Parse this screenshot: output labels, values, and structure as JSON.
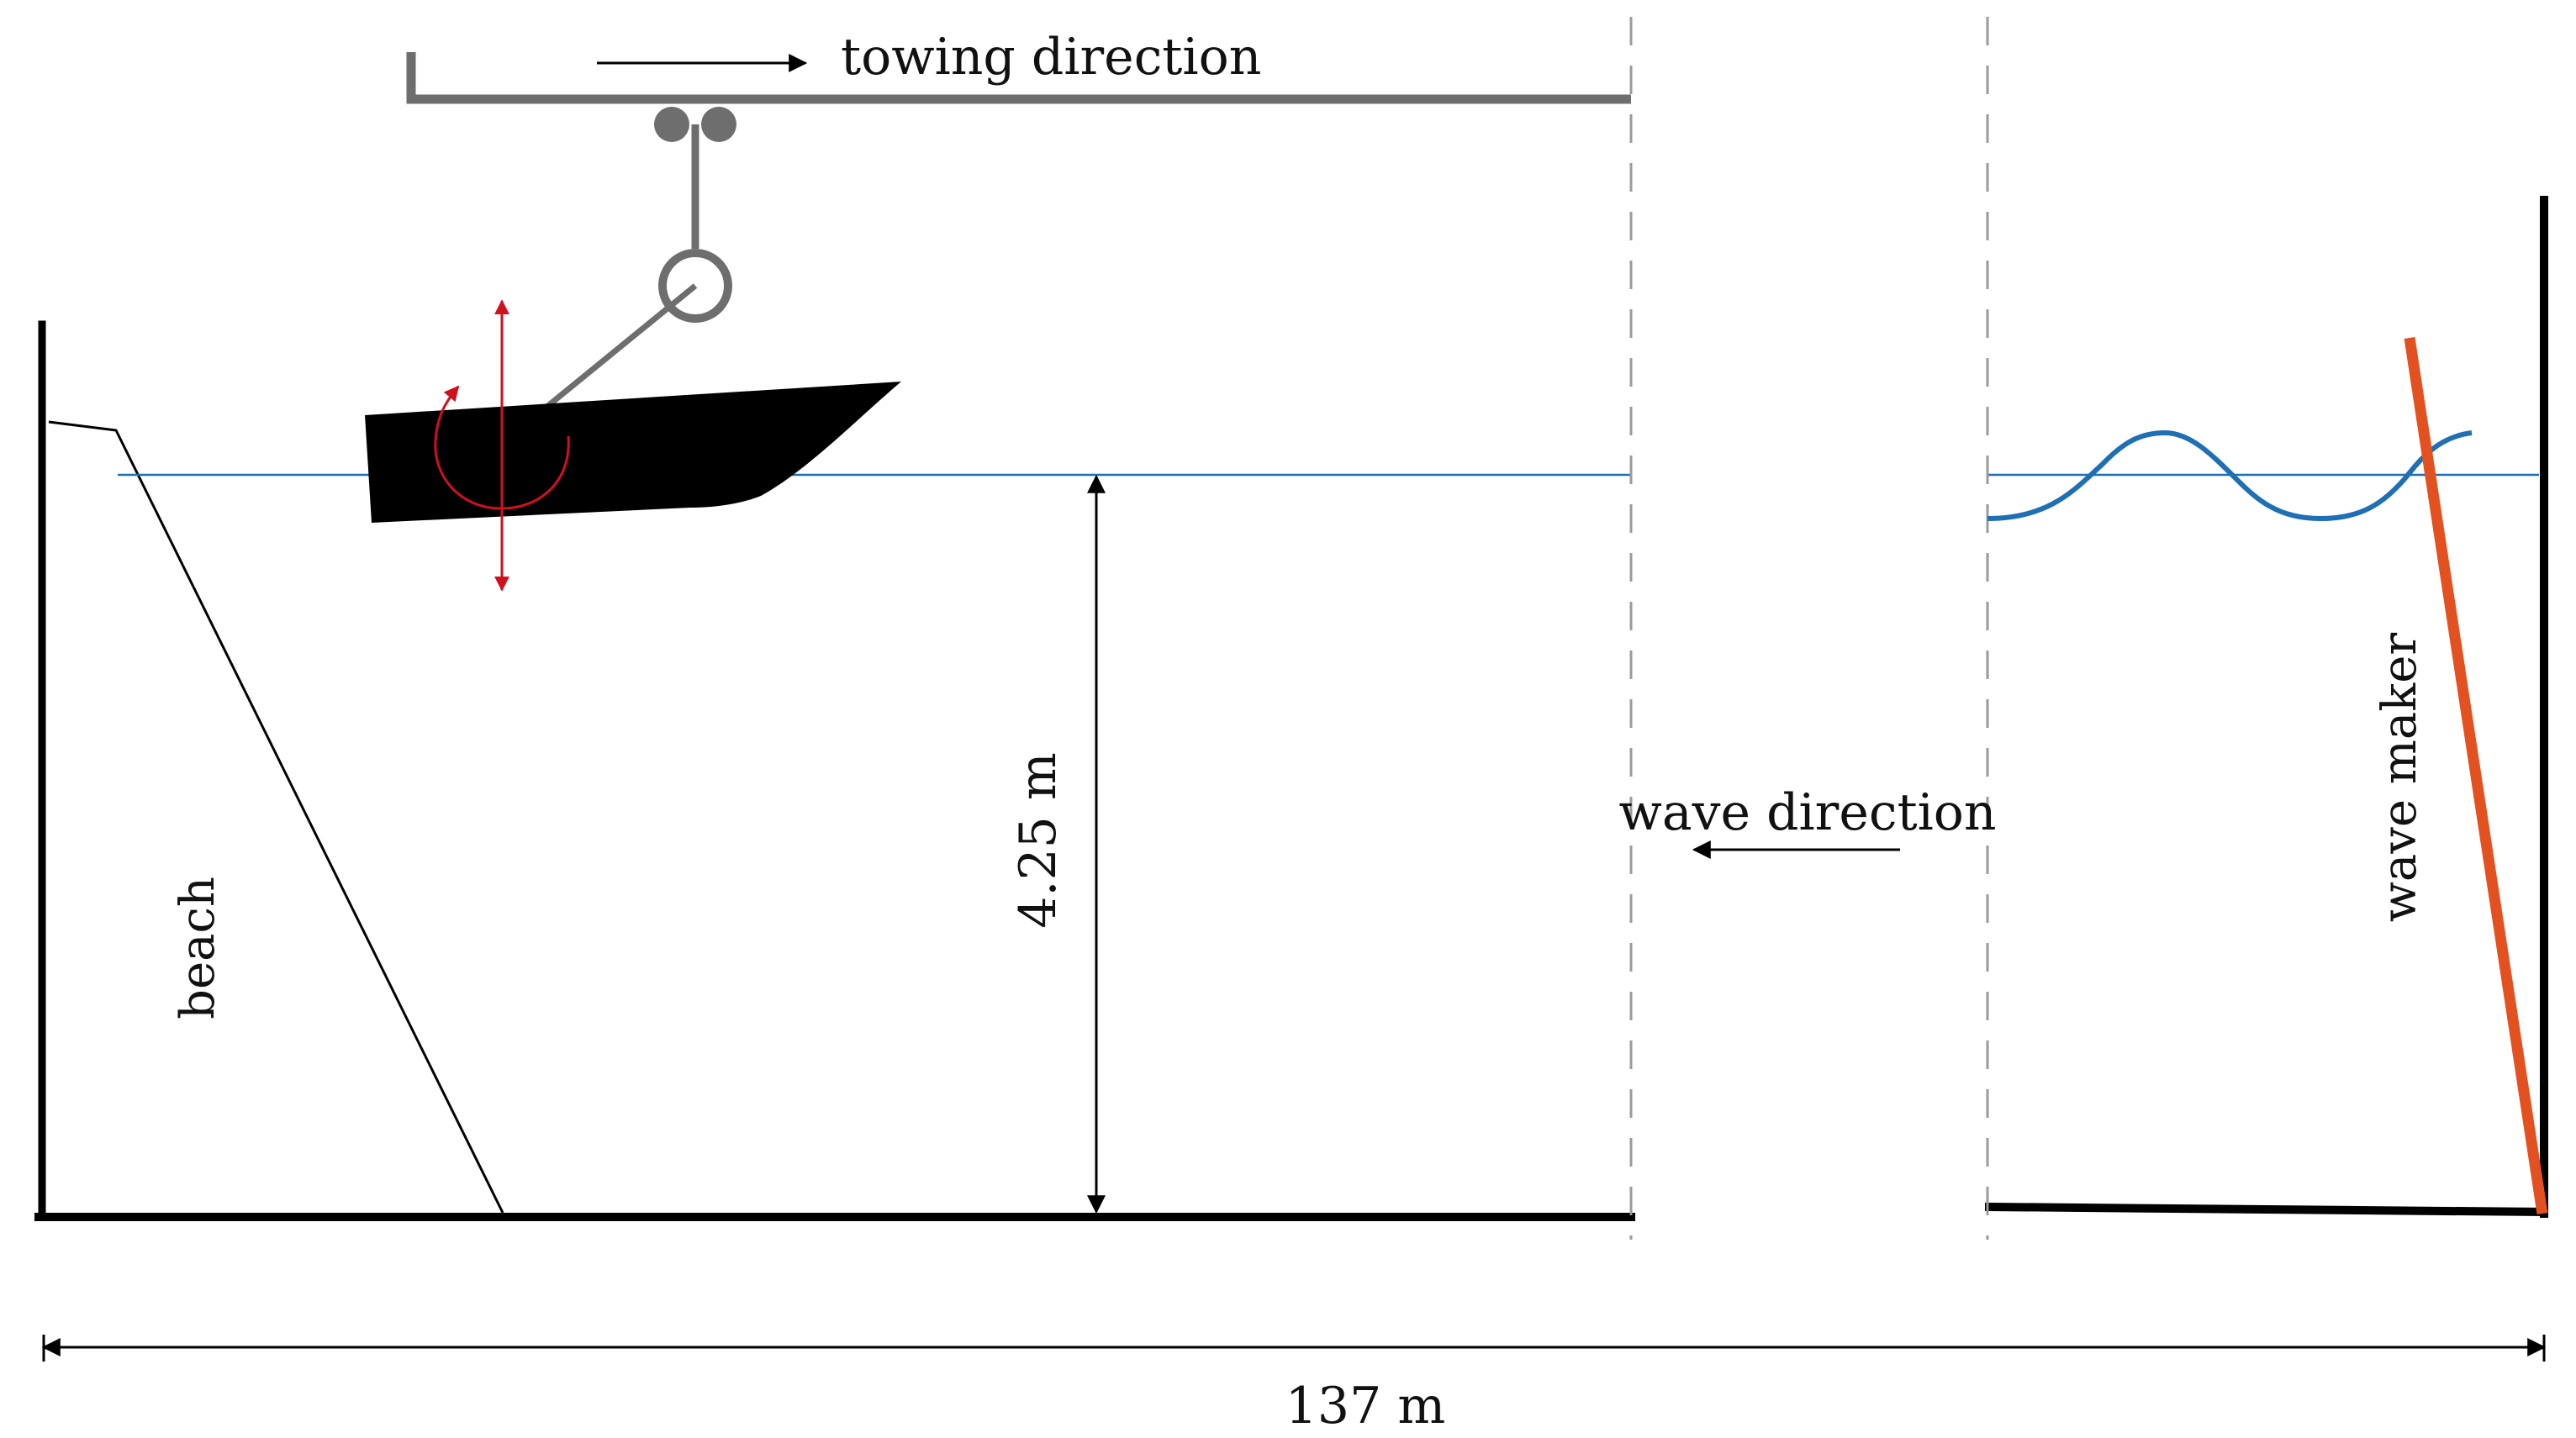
{
  "labels": {
    "towing_direction": "towing direction",
    "wave_direction": "wave direction",
    "wave_maker": "wave maker",
    "beach": "beach",
    "depth": "4.25 m",
    "length": "137 m"
  },
  "colors": {
    "structure": "#000000",
    "carriage": "#6e6e6e",
    "water_line": "#1f6fb5",
    "wave": "#1f6fb5",
    "wave_maker_paddle": "#e2511f",
    "motion_arrows": "#d0101f",
    "break_lines": "#9a9a9a"
  }
}
